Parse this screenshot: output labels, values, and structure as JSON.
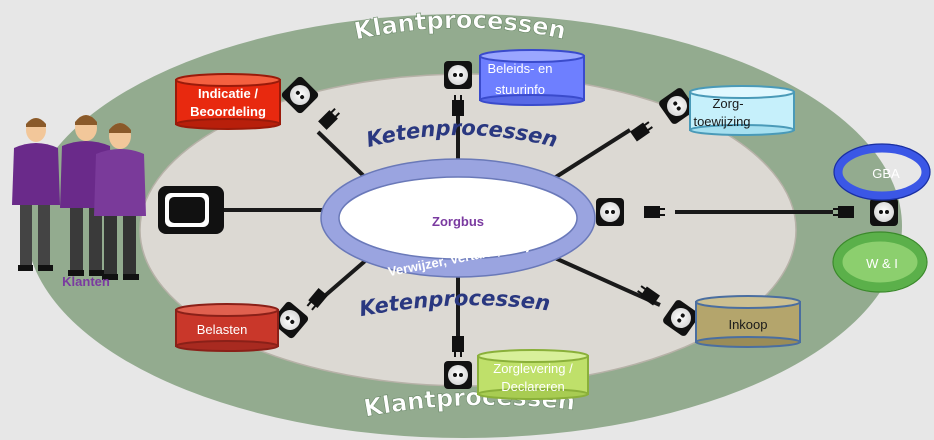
{
  "title": "",
  "outer_ring": {
    "label_top": "Klantprocessen",
    "label_bottom": "Klantprocessen"
  },
  "inner_ring": {
    "label_top": "Ketenprocessen",
    "label_bottom": "Ketenprocessen"
  },
  "bus": {
    "label": "Zorgbus",
    "caption": "Verwijzer, Vertaler, Inkijk"
  },
  "customers": {
    "label": "Klanten"
  },
  "systems": [
    {
      "id": "indicatie",
      "lines": [
        "Indicatie /",
        "Beoordeling"
      ],
      "fill": "#e8290f"
    },
    {
      "id": "beleid",
      "lines": [
        "Beleids- en",
        "stuurinfo"
      ],
      "fill": "#6e7fff"
    },
    {
      "id": "zorgtoewijzing",
      "lines": [
        "Zorg-",
        "toewijzing"
      ],
      "fill": "#c6f0fb"
    },
    {
      "id": "belasten",
      "lines": [
        "Belasten"
      ],
      "fill": "#c9372a"
    },
    {
      "id": "zorglevering",
      "lines": [
        "Zorglevering /",
        "Declareren"
      ],
      "fill": "#bfe06a"
    },
    {
      "id": "inkoop",
      "lines": [
        "Inkoop"
      ],
      "fill": "#b4a56c"
    }
  ],
  "external": [
    {
      "id": "gba",
      "label": "GBA",
      "fill": "#3b57e6"
    },
    {
      "id": "wi",
      "label": "W & I",
      "fill": "#5bb04a"
    }
  ],
  "colors": {
    "outer_ring": "#93ab8f",
    "inner_ellipse": "#dcd9d3",
    "bus_ring": "#9aa4e0",
    "bus_text": "#7a3aa0",
    "customer_text": "#7a3aa0",
    "chain_text": "#2a3880"
  }
}
